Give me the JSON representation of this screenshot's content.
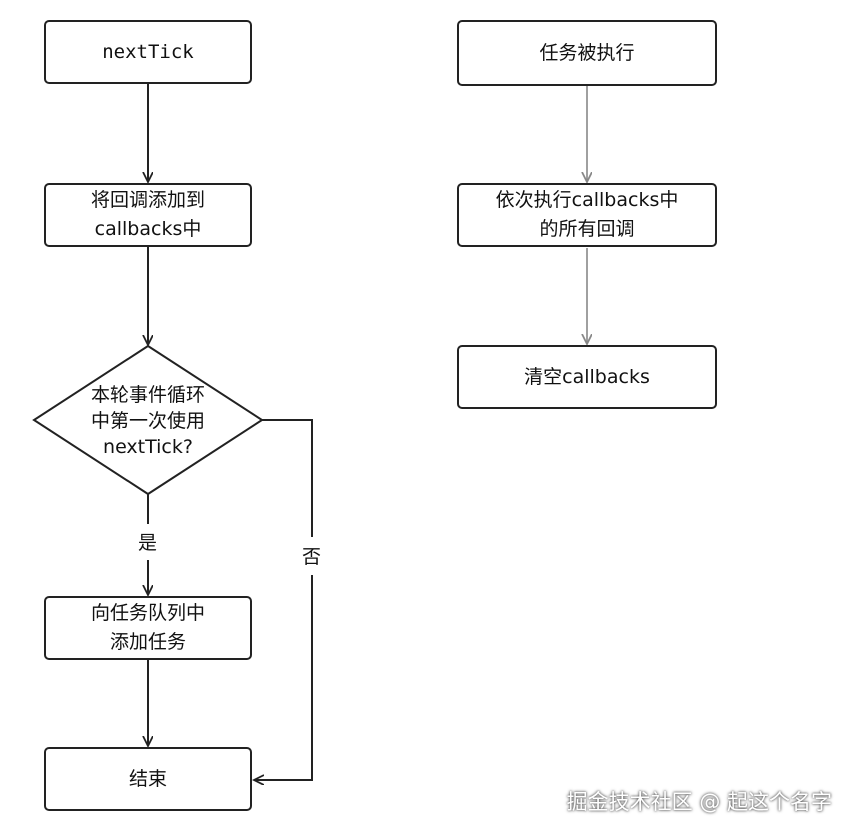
{
  "left_flow": {
    "start": "nextTick",
    "add_callbacks": [
      "将回调添加到",
      "callbacks中"
    ],
    "decision": [
      "本轮事件循环",
      "中第一次使用",
      "nextTick?"
    ],
    "yes_label": "是",
    "no_label": "否",
    "add_task": [
      "向任务队列中",
      "添加任务"
    ],
    "end": "结束"
  },
  "right_flow": {
    "task_run": "任务被执行",
    "run_callbacks": [
      "依次执行callbacks中",
      "的所有回调"
    ],
    "clear": "清空callbacks"
  },
  "watermark": "掘金技术社区 @ 起这个名字",
  "colors": {
    "stroke": "#222222",
    "right_arrow": "#9a9a9a",
    "background": "#ffffff"
  }
}
